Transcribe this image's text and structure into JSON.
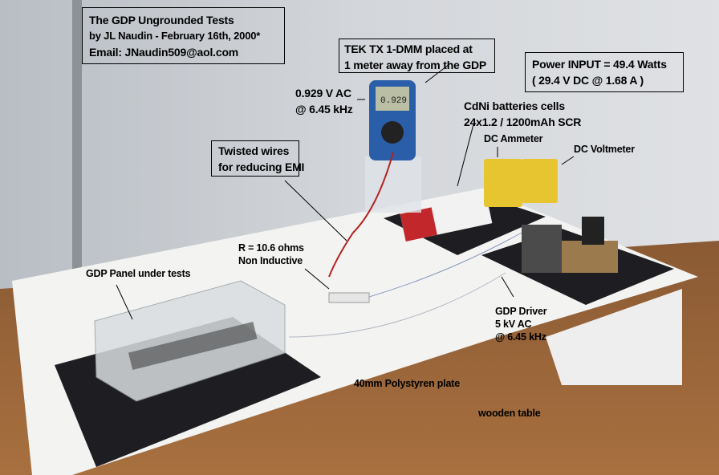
{
  "title_box": {
    "line1": "The GDP Ungrounded Tests",
    "line2": "by JL Naudin - February 16th, 2000*",
    "line3": "Email: JNaudin509@aol.com"
  },
  "dmm_box": {
    "line1": "TEK TX 1-DMM placed at",
    "line2": "1 meter away from the GDP"
  },
  "dmm_reading": {
    "line1": "0.929 V AC",
    "line2": "@ 6.45 kHz",
    "display": "0.929"
  },
  "power_box": {
    "line1": "Power INPUT = 49.4 Watts",
    "line2": "( 29.4 V DC @ 1.68 A )"
  },
  "batteries": {
    "line1": "CdNi batteries cells",
    "line2": "24x1.2 / 1200mAh SCR"
  },
  "ammeter": "DC Ammeter",
  "voltmeter": "DC Voltmeter",
  "twisted_box": {
    "line1": "Twisted wires",
    "line2": "for reducing EMI"
  },
  "resistor": {
    "line1": "R = 10.6 ohms",
    "line2": "Non Inductive"
  },
  "gdp_panel": "GDP Panel under tests",
  "driver": {
    "line1": "GDP Driver",
    "line2": "5 kV AC",
    "line3": "@ 6.45 kHz"
  },
  "polystyren": "40mm Polystyren plate",
  "table": "wooden table"
}
